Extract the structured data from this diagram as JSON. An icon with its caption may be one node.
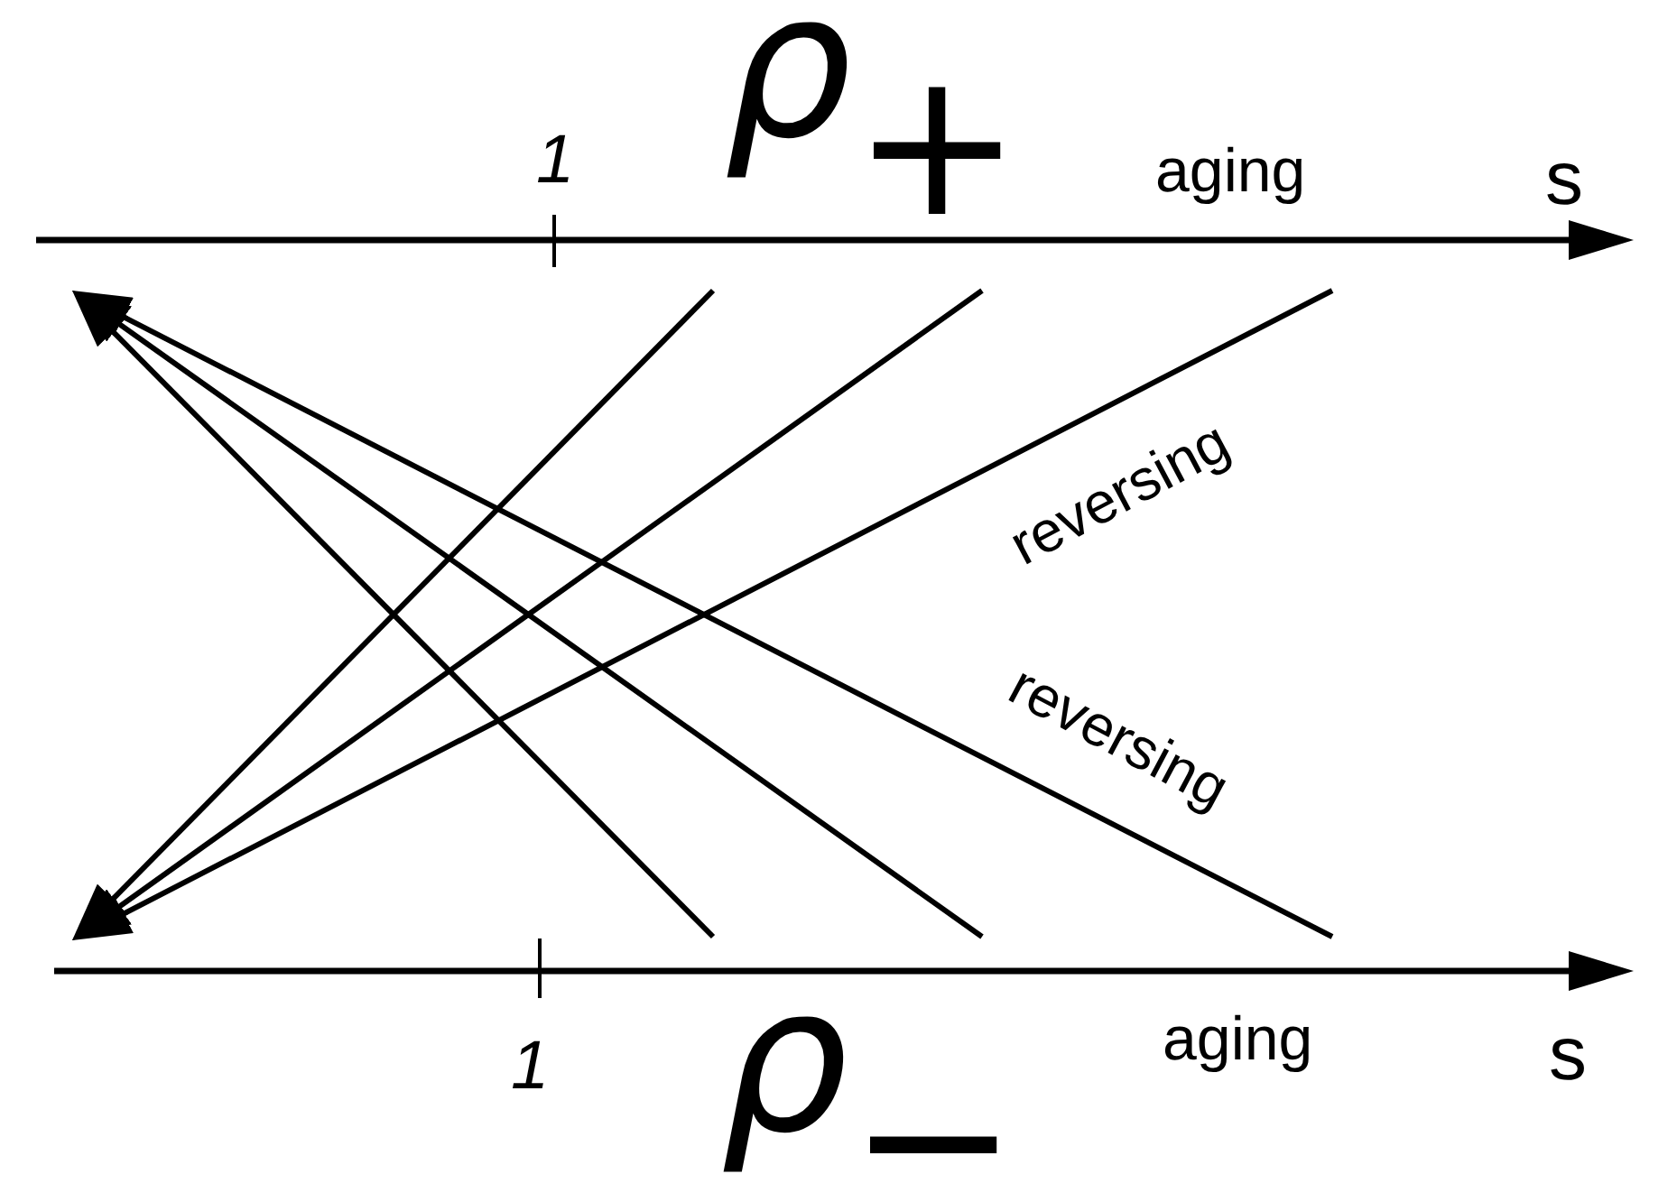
{
  "diagram": {
    "nodes": [
      {
        "text": [
          "1",
          "ρ$_{+}$",
          "aging",
          "s"
        ]
      },
      {
        "text": [
          "1",
          "ρ$_{−}$",
          "aging",
          "s"
        ]
      }
    ],
    "edges": [
      {
        "from": 0,
        "to": 1,
        "arrow": "to"
      },
      {
        "from": 0,
        "to": 1,
        "arrow": "to"
      },
      {
        "from": 0,
        "to": 1,
        "arrow": "to",
        "label": "reversing"
      },
      {
        "from": 1,
        "to": 0,
        "arrow": "to"
      },
      {
        "from": 1,
        "to": 0,
        "arrow": "to"
      },
      {
        "from": 1,
        "to": 0,
        "arrow": "to",
        "label": "reversing"
      }
    ]
  }
}
